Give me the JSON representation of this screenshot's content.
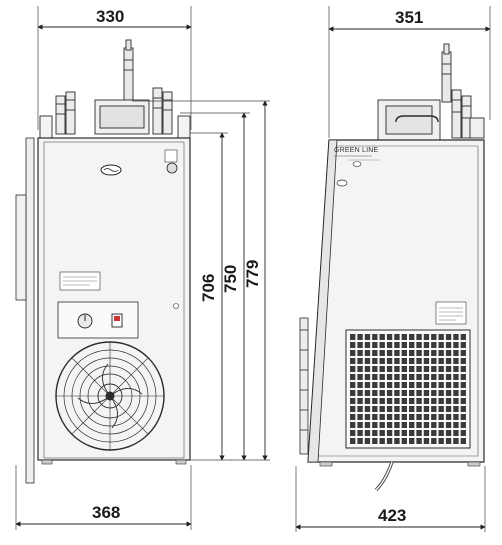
{
  "dimensions": {
    "front_width_top": "330",
    "front_width_bottom": "368",
    "height_body": "706",
    "height_top_fittings": "750",
    "height_overall": "779",
    "side_width_top": "351",
    "side_width_bottom": "423"
  },
  "panel_labels": {
    "brand_line": "GREEN LINE"
  },
  "colors": {
    "outline": "#2b2b2b",
    "body_fill": "#f4f4f4",
    "grille": "#3a3a3a",
    "dimension_line": "#222222"
  }
}
